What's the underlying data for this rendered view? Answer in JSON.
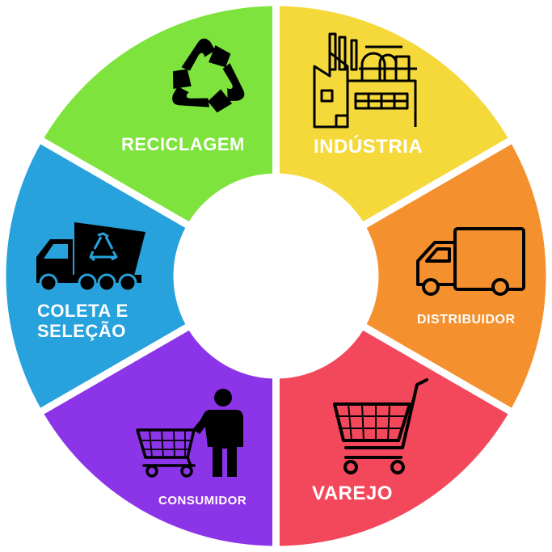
{
  "diagram": {
    "segments": [
      {
        "id": "industria",
        "label": "INDÚSTRIA",
        "color": "#f5d93a",
        "icon": "factory-icon"
      },
      {
        "id": "distribuidor",
        "label": "DISTRIBUIDOR",
        "color": "#f5902f",
        "icon": "delivery-truck-icon"
      },
      {
        "id": "varejo",
        "label": "VAREJO",
        "color": "#f3485b",
        "icon": "shopping-cart-icon"
      },
      {
        "id": "consumidor",
        "label": "CONSUMIDOR",
        "color": "#8c34e8",
        "icon": "shopper-with-cart-icon"
      },
      {
        "id": "coleta",
        "label_line1": "COLETA E",
        "label_line2": "SELEÇÃO",
        "color": "#27a2dc",
        "icon": "recycling-truck-icon"
      },
      {
        "id": "reciclagem",
        "label": "RECICLAGEM",
        "color": "#7ee33c",
        "icon": "recycle-icon"
      }
    ]
  }
}
